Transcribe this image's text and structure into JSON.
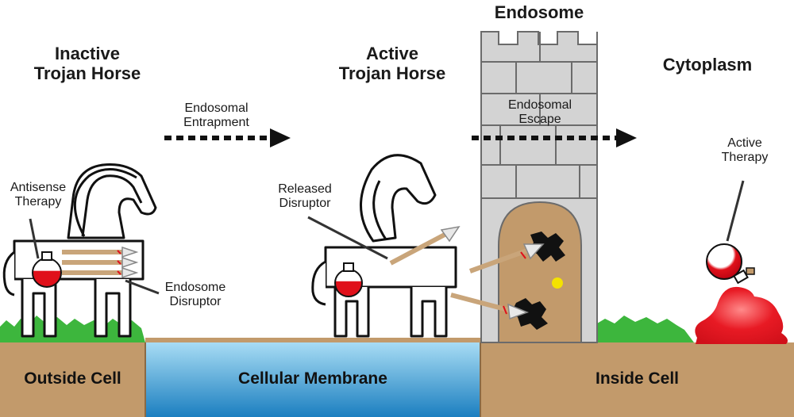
{
  "headings": {
    "inactive_line1": "Inactive",
    "inactive_line2": "Trojan Horse",
    "active_line1": "Active",
    "active_line2": "Trojan Horse",
    "endosome": "Endosome",
    "cytoplasm": "Cytoplasm"
  },
  "arrows": {
    "entrapment_line1": "Endosomal",
    "entrapment_line2": "Entrapment",
    "escape_line1": "Endosomal",
    "escape_line2": "Escape"
  },
  "callouts": {
    "antisense_line1": "Antisense",
    "antisense_line2": "Therapy",
    "disruptor_line1": "Endosome",
    "disruptor_line2": "Disruptor",
    "released_line1": "Released",
    "released_line2": "Disruptor",
    "active_therapy_line1": "Active",
    "active_therapy_line2": "Therapy"
  },
  "ground": {
    "outside": "Outside Cell",
    "membrane": "Cellular Membrane",
    "inside": "Inside Cell"
  },
  "colors": {
    "soil": "#c29a6b",
    "membrane_top": "#a8dcf4",
    "membrane_bottom": "#1b7fc0",
    "grass": "#3db63d",
    "tower": "#d3d3d3",
    "door": "#c29a6b",
    "therapy_red": "#e0101a",
    "knob": "#f4e200",
    "spear_shaft": "#c9a57a"
  }
}
